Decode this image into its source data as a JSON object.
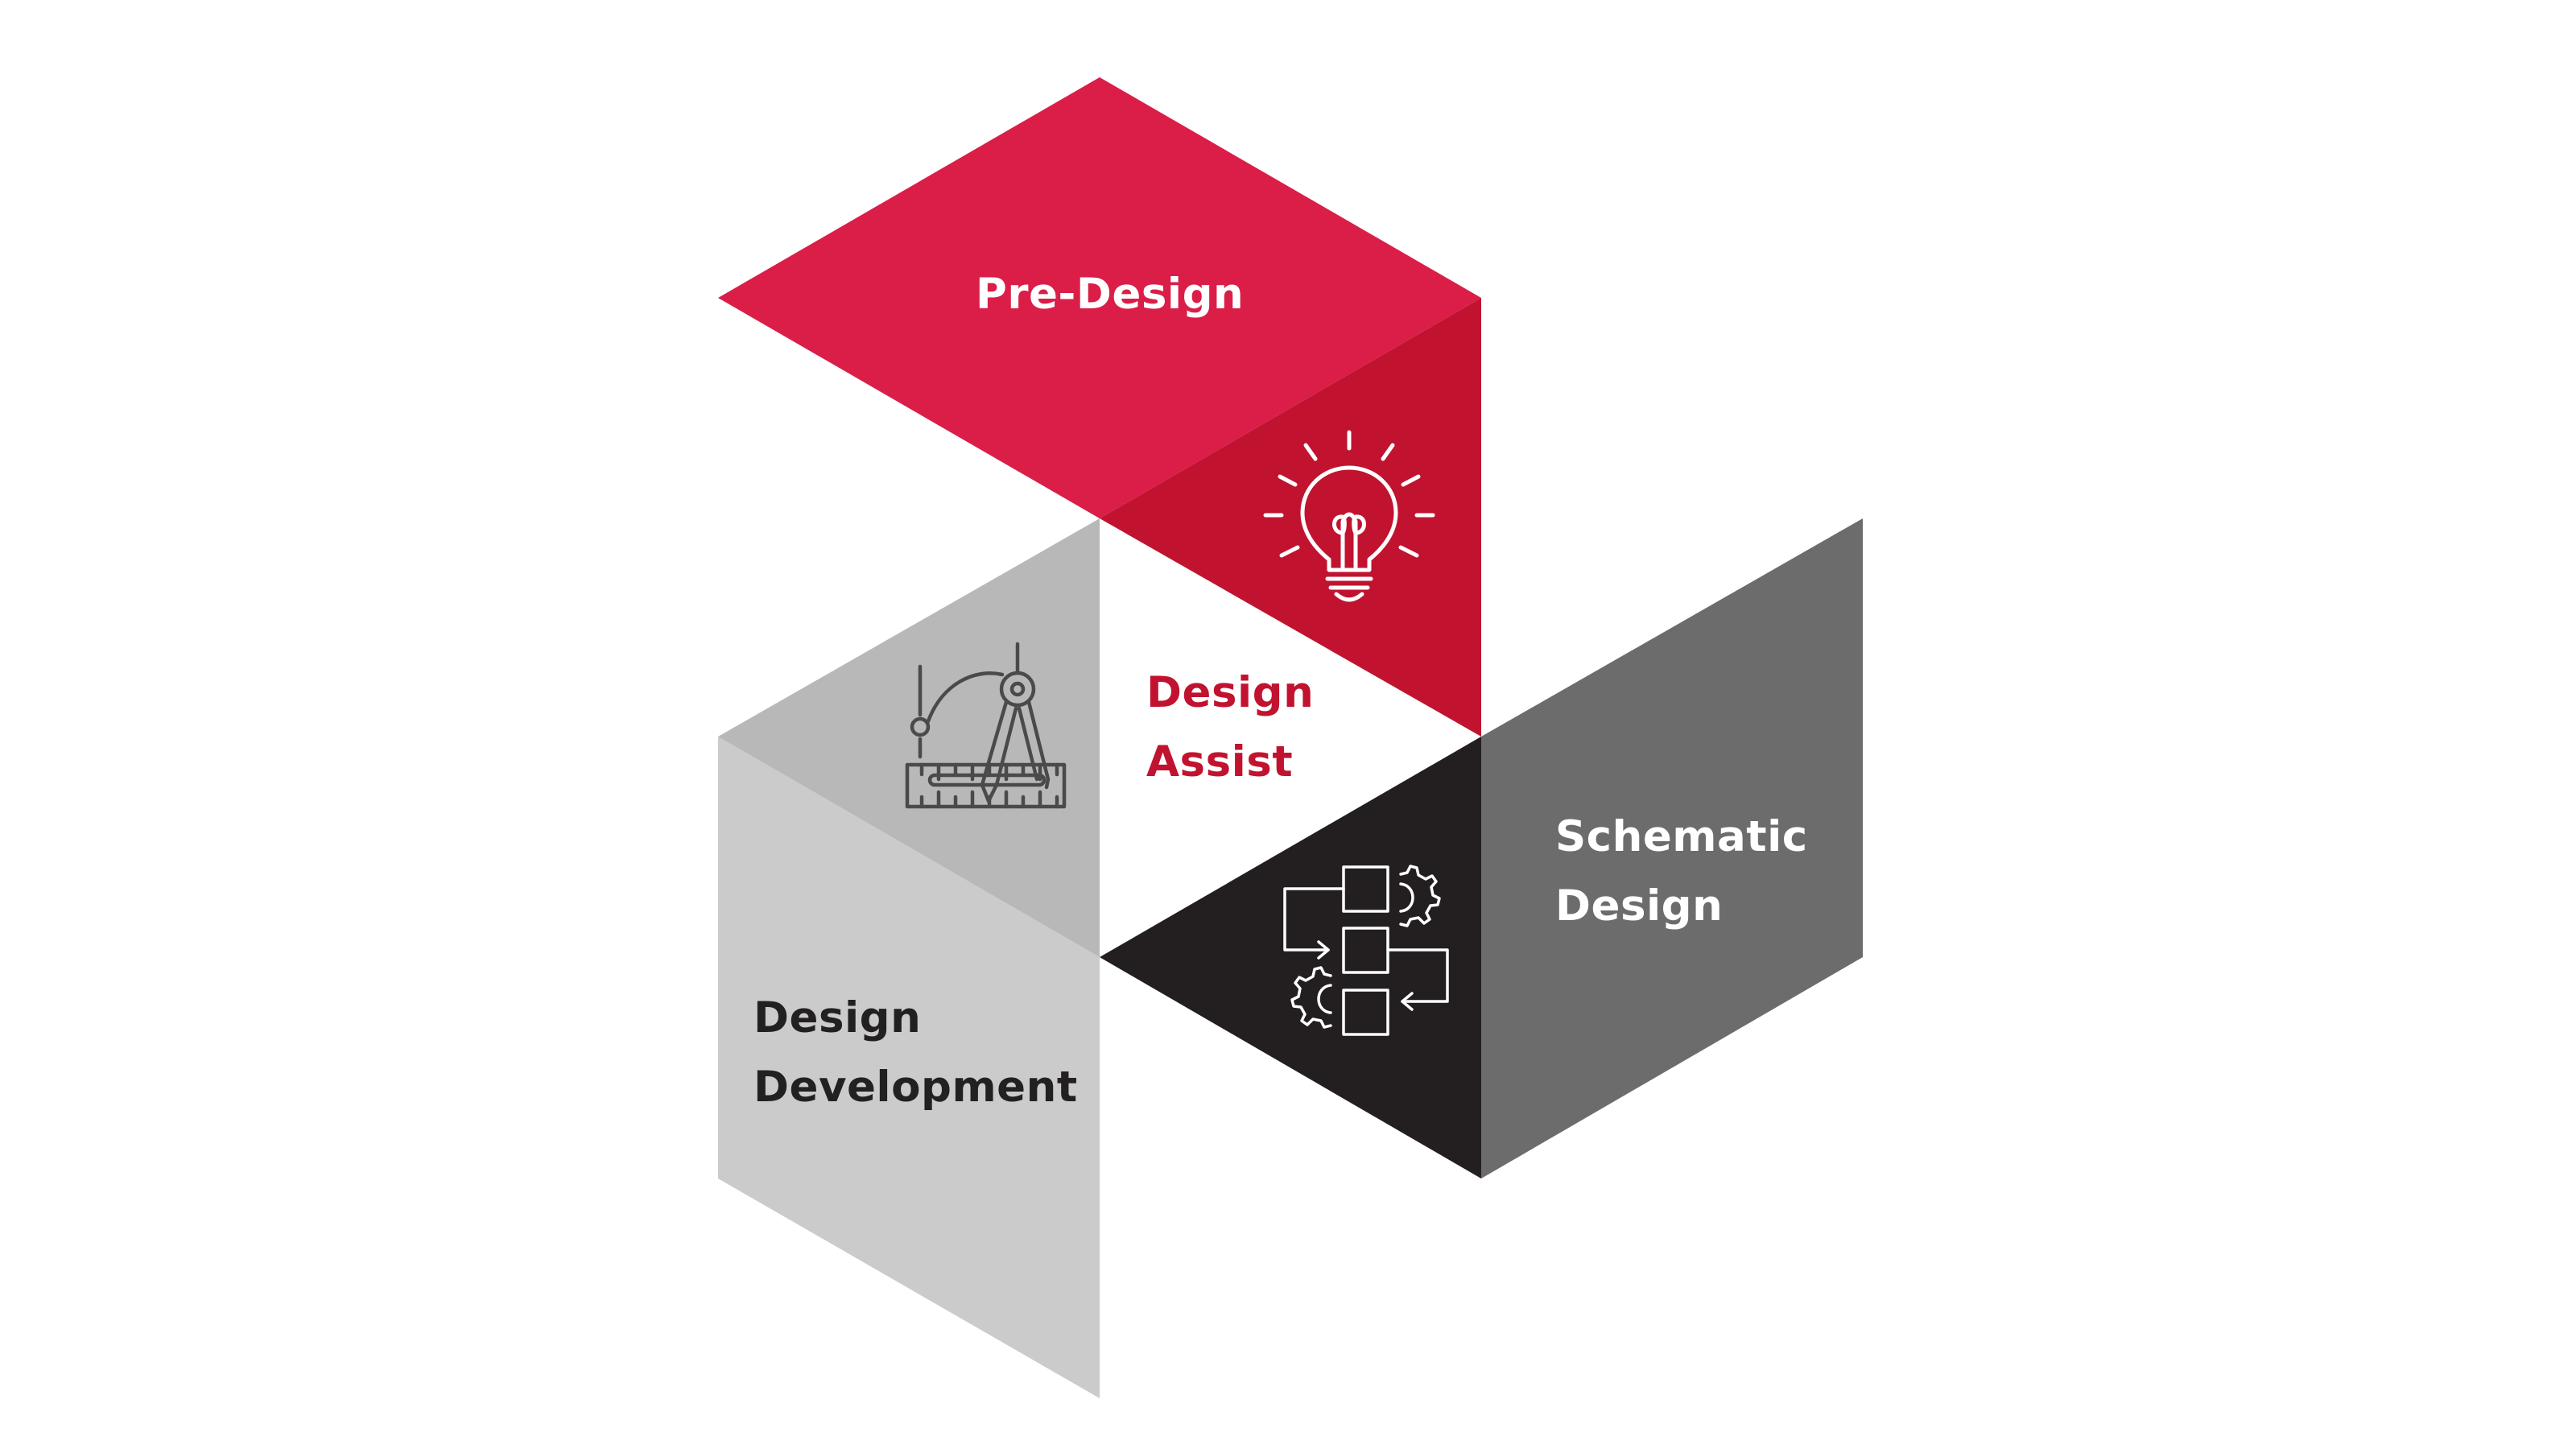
{
  "colors": {
    "pre_design_top": "#da1e48",
    "pre_design_side": "#c1132f",
    "design_assist_text": "#c1132f",
    "schematic_side": "#6b6c6b",
    "schematic_dark": "#231f20",
    "development_light": "#cbcbcb",
    "development_mid": "#b8b8b8",
    "dark_text": "#222021"
  },
  "phases": {
    "pre_design": {
      "label": "Pre-Design",
      "icon": "lightbulb-icon"
    },
    "design_assist": {
      "line1": "Design",
      "line2": "Assist"
    },
    "schematic_design": {
      "line1": "Schematic",
      "line2": "Design",
      "icon": "flowchart-gears-icon"
    },
    "design_development": {
      "line1": "Design",
      "line2": "Development",
      "icon": "compass-ruler-icon"
    }
  }
}
